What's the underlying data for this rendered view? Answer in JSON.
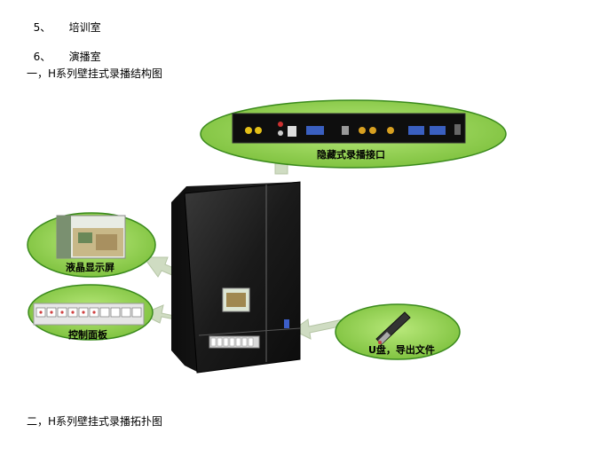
{
  "doc": {
    "items": [
      {
        "num": "5、",
        "text": "培训室"
      },
      {
        "num": "6、",
        "text": "演播室"
      }
    ],
    "section1": "一，H系列壁挂式录播结构图",
    "section2": "二，H系列壁挂式录播拓扑图"
  },
  "diagram": {
    "callouts": {
      "interface": "隐藏式录播接口",
      "lcd": "液晶显示屏",
      "panel": "控制面板",
      "usb": "U盘，导出文件"
    },
    "colors": {
      "ellipse_fill": "#8ed14a",
      "ellipse_stroke": "#3a8a1c",
      "arrow": "#c8d8b8",
      "device": "#1d1d1d"
    }
  }
}
